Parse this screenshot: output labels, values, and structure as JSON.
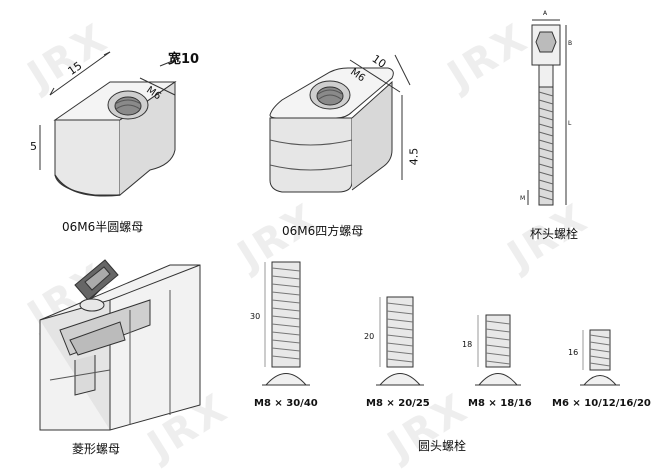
{
  "watermark": {
    "text": "JRX",
    "color": "#d9d9d9"
  },
  "line_color": "#333333",
  "labels": {
    "half_round_nut": "06M6半圆螺母",
    "square_nut": "06M6四方螺母",
    "cap_screw": "杯头螺栓",
    "diamond_nut": "菱形螺母",
    "round_head_bolt": "圆头螺栓"
  },
  "half_round_dims": {
    "length": "15",
    "height": "5",
    "thread": "M6",
    "width": "宽10"
  },
  "square_dims": {
    "width": "10",
    "thread": "M6",
    "height": "4.5"
  },
  "cap_screw_dims": {
    "a": "A",
    "b": "B",
    "l": "L",
    "m": "M"
  },
  "bolts": [
    {
      "label": "M8 × 30/40",
      "length": "30"
    },
    {
      "label": "M8 × 20/25",
      "length": "20"
    },
    {
      "label": "M8 × 18/16",
      "length": "18"
    },
    {
      "label": "M6 × 10/12/16/20",
      "length": "16"
    }
  ]
}
